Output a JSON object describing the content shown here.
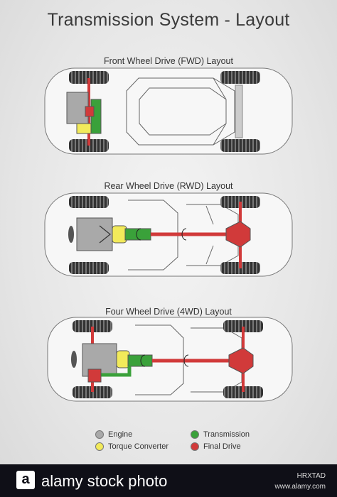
{
  "title": "Transmission System - Layout",
  "layouts": {
    "fwd": "Front Wheel Drive (FWD) Layout",
    "rwd": "Rear Wheel Drive (RWD) Layout",
    "awd": "Four Wheel Drive (4WD) Layout"
  },
  "legend": {
    "engine": {
      "label": "Engine",
      "color": "#a9a9a9"
    },
    "transmission": {
      "label": "Transmission",
      "color": "#3aa13a"
    },
    "torque_converter": {
      "label": "Torque Converter",
      "color": "#f2ea5a"
    },
    "final_drive": {
      "label": "Final Drive",
      "color": "#d13a3a"
    }
  },
  "watermark": {
    "logo": "a",
    "text": "alamy stock photo",
    "code": "HRXTAD",
    "site": "www.alamy.com"
  }
}
